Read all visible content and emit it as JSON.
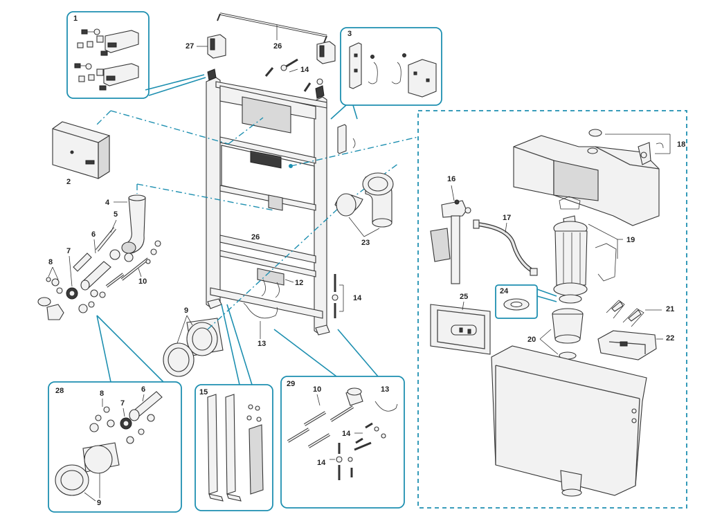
{
  "colors": {
    "accent": "#1d8fb0",
    "line": "#333333",
    "background": "#ffffff"
  },
  "callouts": {
    "c1": "1",
    "c2": "2",
    "c3": "3",
    "c4": "4",
    "c5": "5",
    "c6": "6",
    "c7": "7",
    "c8": "8",
    "c9": "9",
    "c10": "10",
    "c12": "12",
    "c13": "13",
    "c14": "14",
    "c15": "15",
    "c16": "16",
    "c17": "17",
    "c18": "18",
    "c19": "19",
    "c20": "20",
    "c21": "21",
    "c22": "22",
    "c23": "23",
    "c24": "24",
    "c25": "25",
    "c26": "26",
    "c27": "27",
    "c28": "28",
    "c29": "29"
  }
}
